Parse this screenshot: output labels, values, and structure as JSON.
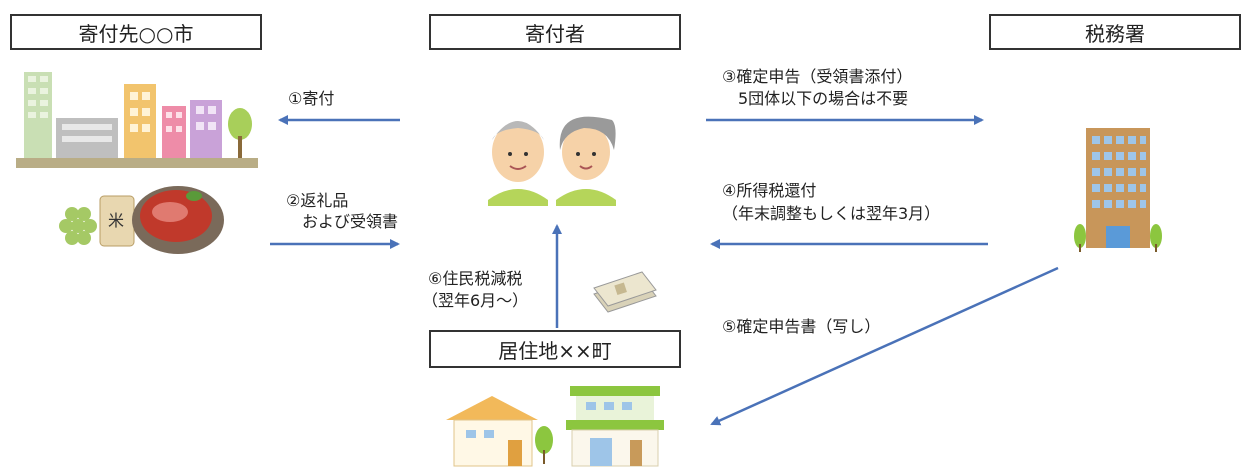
{
  "boxes": {
    "city": "寄付先○○市",
    "donor": "寄付者",
    "tax_office": "税務署",
    "residence": "居住地××町"
  },
  "flows": {
    "donation": "①寄付",
    "gift_line1": "②返礼品",
    "gift_line2": "　および受領書",
    "filing_line1": "③確定申告（受領書添付）",
    "filing_line2": "　5団体以下の場合は不要",
    "refund_line1": "④所得税還付",
    "refund_line2": "（年末調整もしくは翌年3月）",
    "copy": "⑤確定申告書（写し）",
    "resident_tax_line1": "⑥住民税減税",
    "resident_tax_line2": "（翌年6月～）"
  },
  "colors": {
    "arrow": "#4a72b8",
    "border": "#333333"
  },
  "illustrations": [
    "city-buildings",
    "gift-goods",
    "elderly-couple",
    "money-bundle",
    "office-building",
    "houses"
  ]
}
